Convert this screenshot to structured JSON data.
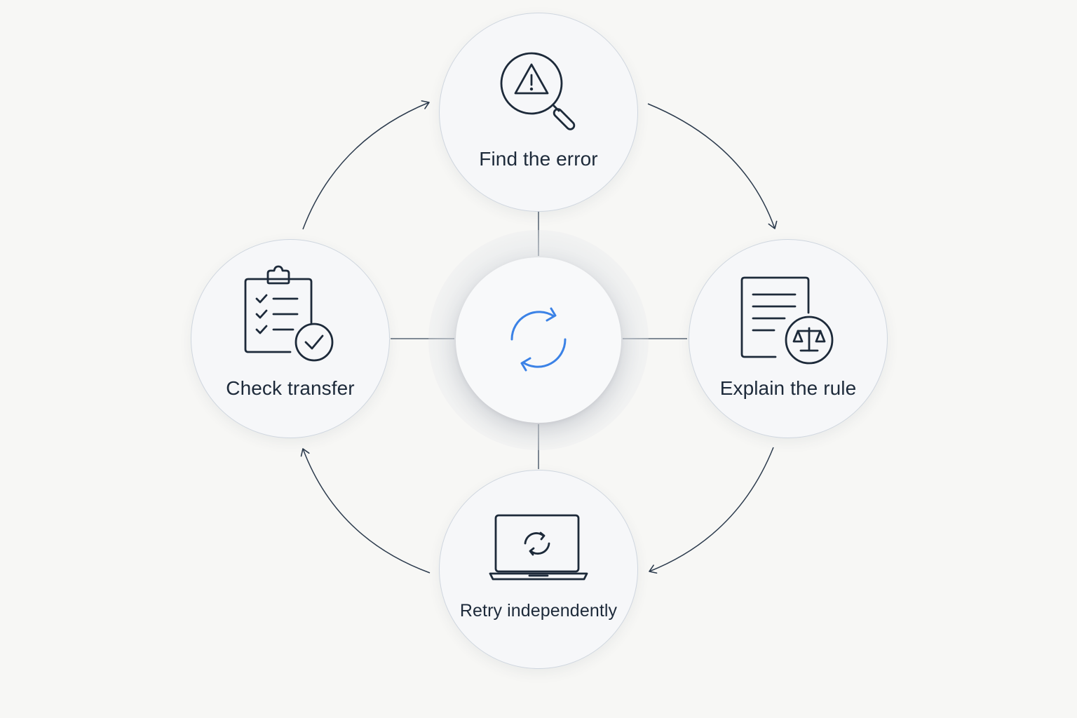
{
  "diagram": {
    "center": {
      "icon": "refresh-icon",
      "accent_color": "#3b82e6"
    },
    "steps": [
      {
        "label": "Find the error",
        "icon": "warning-magnifier-icon"
      },
      {
        "label": "Explain the rule",
        "icon": "document-scales-icon"
      },
      {
        "label": "Retry independently",
        "icon": "laptop-refresh-icon"
      },
      {
        "label": "Check transfer",
        "icon": "clipboard-check-icon"
      }
    ],
    "colors": {
      "background": "#f7f7f5",
      "stroke": "#1d2a3a",
      "node_border": "#cfd6df",
      "connector": "#3a4a5c"
    }
  }
}
